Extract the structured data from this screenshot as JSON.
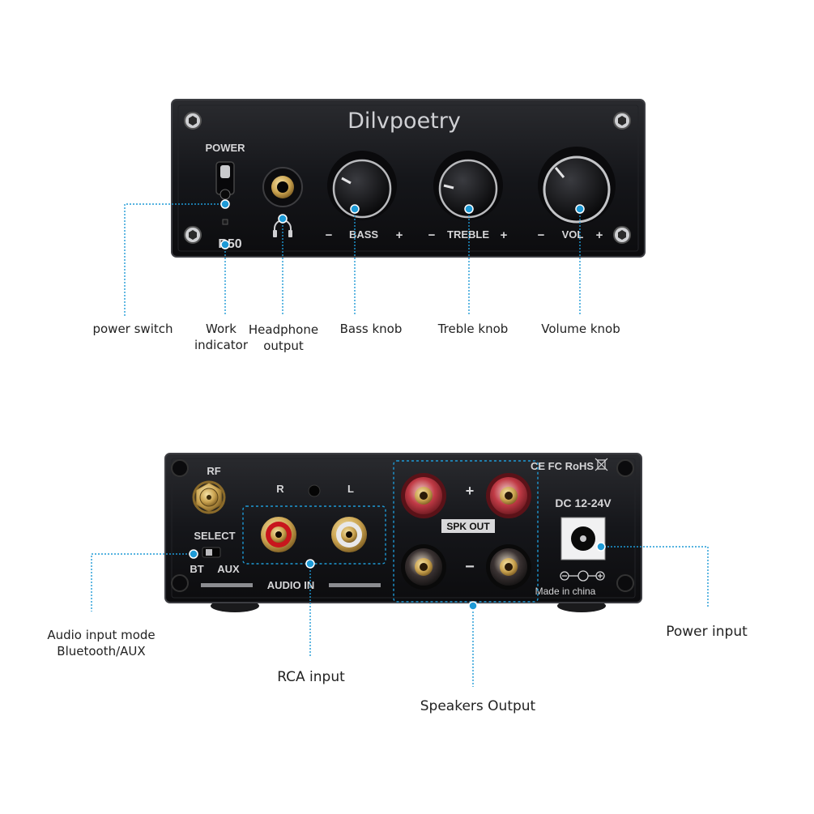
{
  "front_panel": {
    "brand": "Dilvpoetry",
    "model": "R50",
    "power_label": "POWER",
    "bass_label": "BASS",
    "treble_label": "TREBLE",
    "vol_label": "VOL",
    "minus": "−",
    "plus": "+"
  },
  "back_panel": {
    "rf_label": "RF",
    "select_label": "SELECT",
    "bt_label": "BT",
    "aux_label": "AUX",
    "r_label": "R",
    "l_label": "L",
    "audio_in_label": "AUDIO IN",
    "spk_out_label": "SPK OUT",
    "plus": "+",
    "minus": "−",
    "cert_label": "CE FC RoHS",
    "dc_label": "DC 12-24V",
    "made_in_label": "Made in china"
  },
  "callouts": {
    "power_switch": "power switch",
    "work_indicator_1": "Work",
    "work_indicator_2": "indicator",
    "headphone_1": "Headphone",
    "headphone_2": "output",
    "bass_knob": "Bass knob",
    "treble_knob": "Treble knob",
    "volume_knob": "Volume knob",
    "audio_mode_1": "Audio input mode",
    "audio_mode_2": "Bluetooth/AUX",
    "rca_input": "RCA input",
    "speakers_output": "Speakers Output",
    "power_input": "Power input"
  },
  "colors": {
    "callout_blue": "#1e9ad6",
    "panel": "#16171a",
    "gold": "#d9b86a",
    "rca_red": "#c8161d",
    "post_red": "#b0303a"
  }
}
